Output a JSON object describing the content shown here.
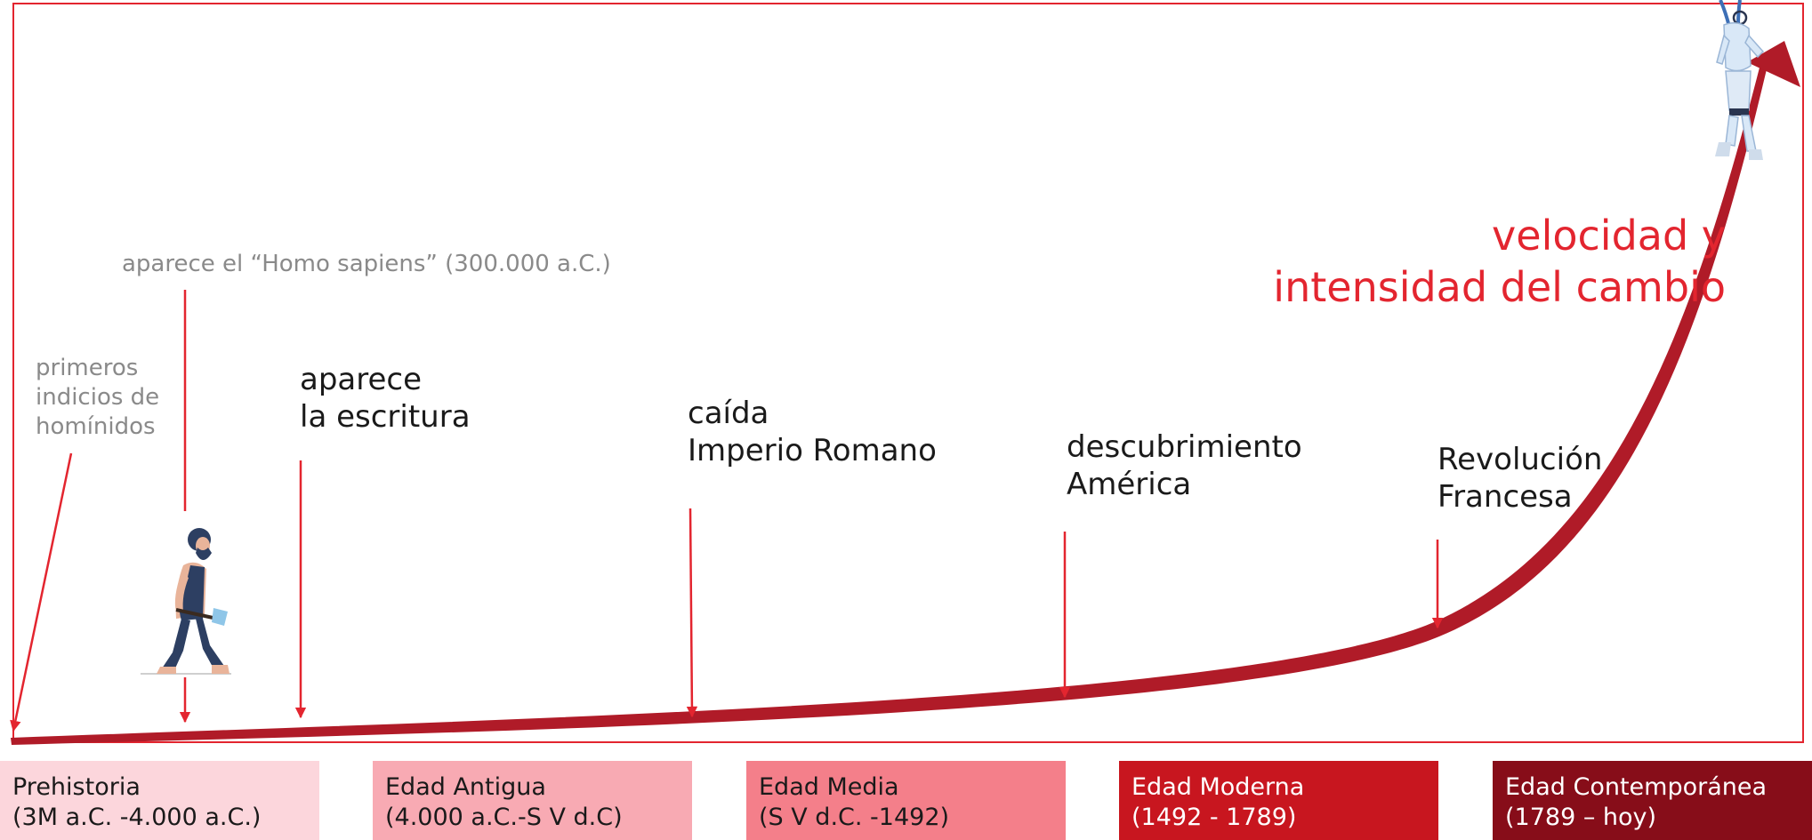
{
  "title": {
    "line1": "velocidad y",
    "line2": "intensidad del cambio"
  },
  "events": {
    "hominids": {
      "line1": "primeros",
      "line2": "indicios de",
      "line3": "homínidos"
    },
    "homo_sapiens": "aparece el “Homo sapiens” (300.000 a.C.)",
    "writing": {
      "line1": "aparece",
      "line2": "la escritura"
    },
    "rome": {
      "line1": "caída",
      "line2": "Imperio Romano"
    },
    "america": {
      "line1": "descubrimiento",
      "line2": "América"
    },
    "revolution": {
      "line1": "Revolución",
      "line2": "Francesa"
    }
  },
  "eras": [
    {
      "name": "Prehistoria",
      "range": "(3M a.C. -4.000 a.C.)",
      "bg": "#fcd6dc",
      "fg": "#1a1a1a"
    },
    {
      "name": "Edad Antigua",
      "range": "(4.000 a.C.-S V d.C)",
      "bg": "#f8aab3",
      "fg": "#1a1a1a"
    },
    {
      "name": "Edad Media",
      "range": "(S V d.C. -1492)",
      "bg": "#f47f8a",
      "fg": "#1a1a1a"
    },
    {
      "name": "Edad Moderna",
      "range": "(1492 -  1789)",
      "bg": "#c8161f",
      "fg": "#ffffff"
    },
    {
      "name": "Edad Contemporánea",
      "range": "(1789 – hoy)",
      "bg": "#870d19",
      "fg": "#ffffff"
    }
  ],
  "colors": {
    "frame": "#e3252f",
    "curve": "#b01b28",
    "arrows": "#e3252f"
  },
  "illustrations": {
    "left": "caveman-illustration",
    "right": "robot-illustration"
  }
}
